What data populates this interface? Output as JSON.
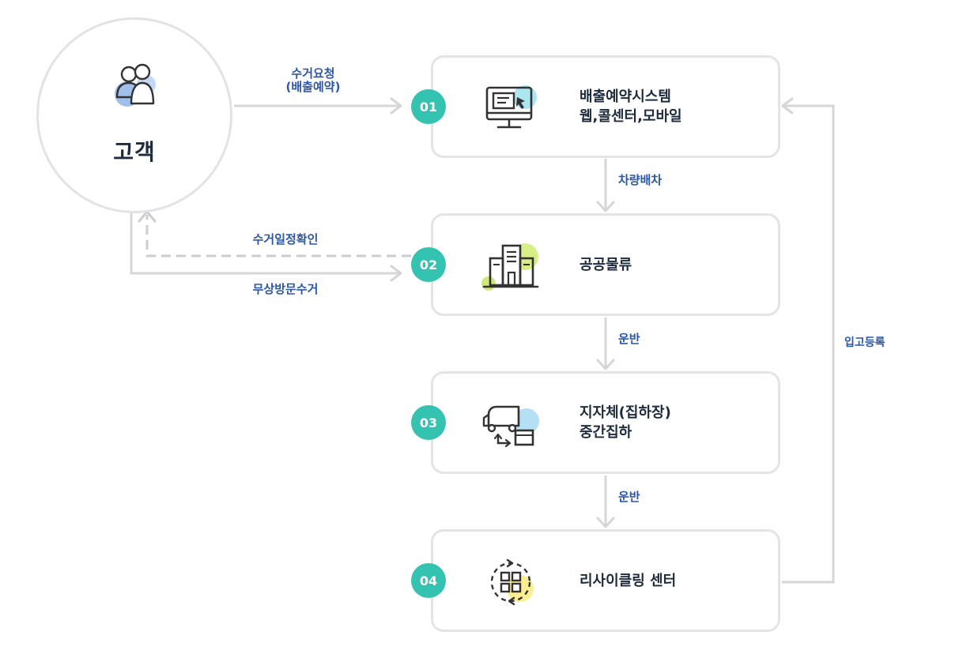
{
  "customer": {
    "label": "고객"
  },
  "steps": [
    {
      "number": "01",
      "lines": [
        "배출예약시스템",
        "웹,콜센터,모바일"
      ],
      "icon": "monitor-icon"
    },
    {
      "number": "02",
      "lines": [
        "공공물류"
      ],
      "icon": "building-icon"
    },
    {
      "number": "03",
      "lines": [
        "지자체(집하장)",
        "중간집하"
      ],
      "icon": "truck-box-icon"
    },
    {
      "number": "04",
      "lines": [
        "리사이클링 센터"
      ],
      "icon": "recycle-grid-icon"
    }
  ],
  "flows": {
    "request": [
      "수거요청",
      "(배출예약)"
    ],
    "confirm": "수거일정확인",
    "visit": "무상방문수거",
    "dispatch": "차량배차",
    "transport_1": "운반",
    "transport_2": "운반",
    "register": "입고등록"
  },
  "colors": {
    "badge": "#34c3b0",
    "flow_text": "#2c57a8",
    "label_text": "#1e2b3d",
    "line": "#d6d6d6",
    "dashed_line": "#c9cdd6",
    "box_border": "#e4e4e4"
  }
}
